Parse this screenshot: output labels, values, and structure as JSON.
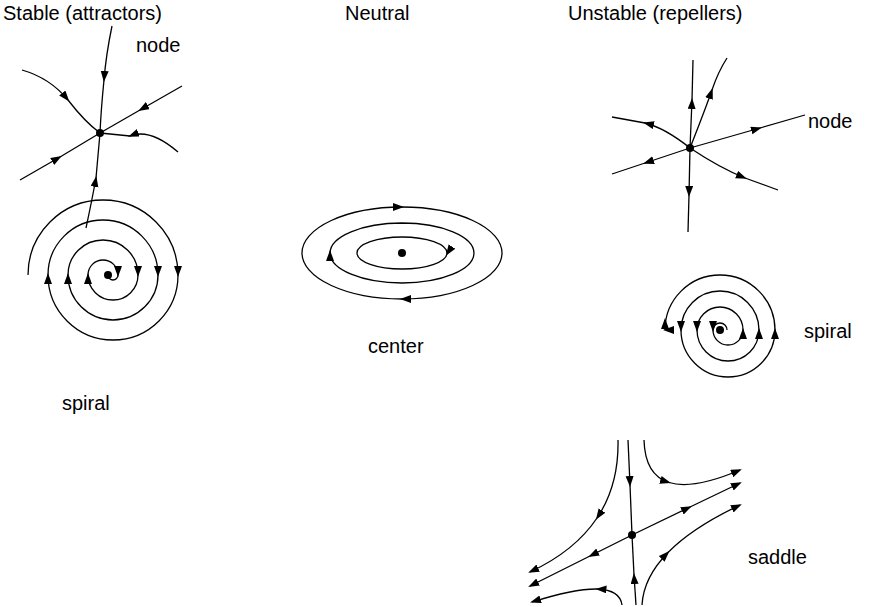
{
  "diagram": {
    "labels": [
      "Stable (attractors)",
      "Neutral",
      "Unstable (repellers)",
      "node",
      "spiral",
      "center",
      "node",
      "spiral",
      "saddle"
    ]
  }
}
